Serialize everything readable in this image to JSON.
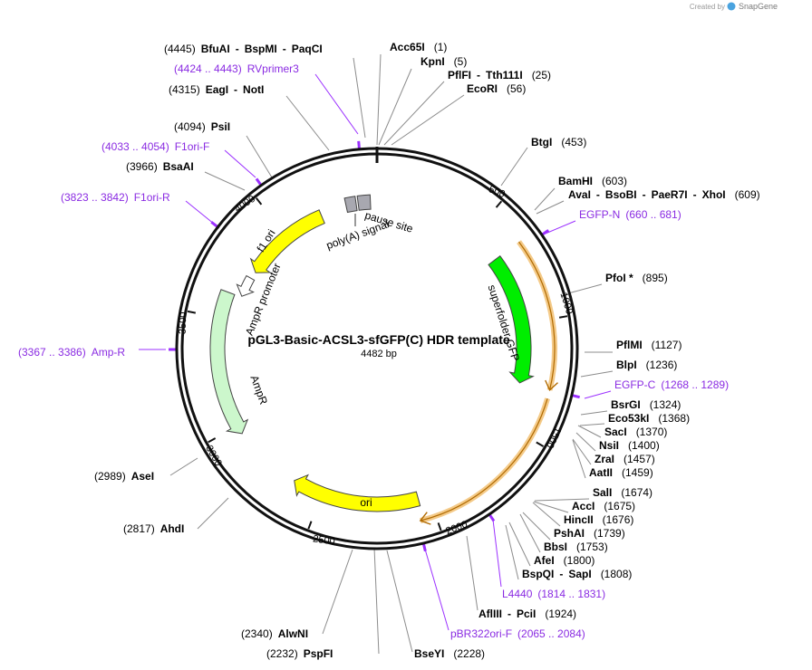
{
  "title": "pGL3-Basic-ACSL3-sfGFP(C) HDR template",
  "length_label": "4482 bp",
  "credit": "Created by",
  "brand": "SnapGene",
  "total_bp": 4482,
  "ruler_labels": [
    "500",
    "1000",
    "1500",
    "2000",
    "2500",
    "3000",
    "3500",
    "4000"
  ],
  "features": [
    {
      "id": "superfolder-gfp",
      "label": "superfolder GFP",
      "start": 660,
      "end": 1289,
      "color": "#00ee00",
      "direction": "cw"
    },
    {
      "id": "ori",
      "label": "ori",
      "start": 2050,
      "end": 2640,
      "color": "#ffff00",
      "direction": "cw"
    },
    {
      "id": "ampr",
      "label": "AmpR",
      "start": 2960,
      "end": 3620,
      "color": "#ccf7cc",
      "direction": "ccw"
    },
    {
      "id": "ampr-promoter",
      "label": "AmpR promoter",
      "start": 3625,
      "end": 3725,
      "color": "#ffffff",
      "direction": "ccw"
    },
    {
      "id": "f1-ori",
      "label": "f1 ori",
      "start": 3760,
      "end": 4200,
      "color": "#ffff00",
      "direction": "ccw"
    },
    {
      "id": "poly-a-signal",
      "label": "poly(A) signal",
      "start": 4330,
      "end": 4380,
      "color": "#a8a8b0",
      "direction": "none"
    },
    {
      "id": "pause-site",
      "label": "pause site",
      "start": 4390,
      "end": 4450,
      "color": "#a8a8b0",
      "direction": "none"
    }
  ],
  "primer_arcs": [
    {
      "start": 660,
      "end": 1289,
      "color": "#f0b860"
    },
    {
      "start": 1324,
      "end": 2065,
      "color": "#f0b860"
    }
  ],
  "sites": [
    {
      "id": "bfuai",
      "side": "left",
      "parts": [
        {
          "t": "(4445)",
          "k": "pos"
        },
        {
          "t": "BfuAI",
          "k": "name"
        },
        {
          "t": "-",
          "k": "sep"
        },
        {
          "t": "BspMI",
          "k": "name"
        },
        {
          "t": "-",
          "k": "sep"
        },
        {
          "t": "PaqCI",
          "k": "name"
        }
      ]
    },
    {
      "id": "rvprimer3",
      "side": "left",
      "parts": [
        {
          "t": "(4424 .. 4443)",
          "k": "primer"
        },
        {
          "t": "RVprimer3",
          "k": "primer"
        }
      ]
    },
    {
      "id": "eagi",
      "side": "left",
      "parts": [
        {
          "t": "(4315)",
          "k": "pos"
        },
        {
          "t": "EagI",
          "k": "name"
        },
        {
          "t": "-",
          "k": "sep"
        },
        {
          "t": "NotI",
          "k": "name"
        }
      ]
    },
    {
      "id": "psii",
      "side": "left",
      "parts": [
        {
          "t": "(4094)",
          "k": "pos"
        },
        {
          "t": "PsiI",
          "k": "name"
        }
      ]
    },
    {
      "id": "f1ori-f",
      "side": "left",
      "parts": [
        {
          "t": "(4033 .. 4054)",
          "k": "primer"
        },
        {
          "t": "F1ori-F",
          "k": "primer"
        }
      ]
    },
    {
      "id": "bsaai",
      "side": "left",
      "parts": [
        {
          "t": "(3966)",
          "k": "pos"
        },
        {
          "t": "BsaAI",
          "k": "name"
        }
      ]
    },
    {
      "id": "f1ori-r",
      "side": "left",
      "parts": [
        {
          "t": "(3823 .. 3842)",
          "k": "primer"
        },
        {
          "t": "F1ori-R",
          "k": "primer"
        }
      ]
    },
    {
      "id": "amp-r",
      "side": "left",
      "parts": [
        {
          "t": "(3367 .. 3386)",
          "k": "primer"
        },
        {
          "t": "Amp-R",
          "k": "primer"
        }
      ]
    },
    {
      "id": "asei",
      "side": "left",
      "parts": [
        {
          "t": "(2989)",
          "k": "pos"
        },
        {
          "t": "AseI",
          "k": "name"
        }
      ]
    },
    {
      "id": "ahdi",
      "side": "left",
      "parts": [
        {
          "t": "(2817)",
          "k": "pos"
        },
        {
          "t": "AhdI",
          "k": "name"
        }
      ]
    },
    {
      "id": "alwni",
      "side": "left",
      "parts": [
        {
          "t": "(2340)",
          "k": "pos"
        },
        {
          "t": "AlwNI",
          "k": "name"
        }
      ]
    },
    {
      "id": "pspfi",
      "side": "left",
      "parts": [
        {
          "t": "(2232)",
          "k": "pos"
        },
        {
          "t": "PspFI",
          "k": "name"
        }
      ]
    },
    {
      "id": "acc65i",
      "side": "right",
      "parts": [
        {
          "t": "Acc65I",
          "k": "name"
        },
        {
          "t": "(1)",
          "k": "pos"
        }
      ]
    },
    {
      "id": "kpni",
      "side": "right",
      "parts": [
        {
          "t": "KpnI",
          "k": "name"
        },
        {
          "t": "(5)",
          "k": "pos"
        }
      ]
    },
    {
      "id": "pflfi",
      "side": "right",
      "parts": [
        {
          "t": "PflFI",
          "k": "name"
        },
        {
          "t": "-",
          "k": "sep"
        },
        {
          "t": "Tth111I",
          "k": "name"
        },
        {
          "t": "(25)",
          "k": "pos"
        }
      ]
    },
    {
      "id": "ecori",
      "side": "right",
      "parts": [
        {
          "t": "EcoRI",
          "k": "name"
        },
        {
          "t": "(56)",
          "k": "pos"
        }
      ]
    },
    {
      "id": "btgi",
      "side": "right",
      "parts": [
        {
          "t": "BtgI",
          "k": "name"
        },
        {
          "t": "(453)",
          "k": "pos"
        }
      ]
    },
    {
      "id": "bamhi",
      "side": "right",
      "parts": [
        {
          "t": "BamHI",
          "k": "name"
        },
        {
          "t": "(603)",
          "k": "pos"
        }
      ]
    },
    {
      "id": "avai",
      "side": "right",
      "parts": [
        {
          "t": "AvaI",
          "k": "name"
        },
        {
          "t": "-",
          "k": "sep"
        },
        {
          "t": "BsoBI",
          "k": "name"
        },
        {
          "t": "-",
          "k": "sep"
        },
        {
          "t": "PaeR7I",
          "k": "name"
        },
        {
          "t": "-",
          "k": "sep"
        },
        {
          "t": "XhoI",
          "k": "name"
        },
        {
          "t": "(609)",
          "k": "pos"
        }
      ]
    },
    {
      "id": "egfp-n",
      "side": "right",
      "parts": [
        {
          "t": "EGFP-N",
          "k": "primer"
        },
        {
          "t": "(660 .. 681)",
          "k": "primer"
        }
      ]
    },
    {
      "id": "pfoi",
      "side": "right",
      "parts": [
        {
          "t": "PfoI *",
          "k": "name"
        },
        {
          "t": "(895)",
          "k": "pos"
        }
      ]
    },
    {
      "id": "pflmi",
      "side": "right",
      "parts": [
        {
          "t": "PflMI",
          "k": "name"
        },
        {
          "t": "(1127)",
          "k": "pos"
        }
      ]
    },
    {
      "id": "blpi",
      "side": "right",
      "parts": [
        {
          "t": "BlpI",
          "k": "name"
        },
        {
          "t": "(1236)",
          "k": "pos"
        }
      ]
    },
    {
      "id": "egfp-c",
      "side": "right",
      "parts": [
        {
          "t": "EGFP-C",
          "k": "primer"
        },
        {
          "t": "(1268 .. 1289)",
          "k": "primer"
        }
      ]
    },
    {
      "id": "bsrgi",
      "side": "right",
      "parts": [
        {
          "t": "BsrGI",
          "k": "name"
        },
        {
          "t": "(1324)",
          "k": "pos"
        }
      ]
    },
    {
      "id": "eco53ki",
      "side": "right",
      "parts": [
        {
          "t": "Eco53kI",
          "k": "name"
        },
        {
          "t": "(1368)",
          "k": "pos"
        }
      ]
    },
    {
      "id": "saci",
      "side": "right",
      "parts": [
        {
          "t": "SacI",
          "k": "name"
        },
        {
          "t": "(1370)",
          "k": "pos"
        }
      ]
    },
    {
      "id": "nsii",
      "side": "right",
      "parts": [
        {
          "t": "NsiI",
          "k": "name"
        },
        {
          "t": "(1400)",
          "k": "pos"
        }
      ]
    },
    {
      "id": "zrai",
      "side": "right",
      "parts": [
        {
          "t": "ZraI",
          "k": "name"
        },
        {
          "t": "(1457)",
          "k": "pos"
        }
      ]
    },
    {
      "id": "aatii",
      "side": "right",
      "parts": [
        {
          "t": "AatII",
          "k": "name"
        },
        {
          "t": "(1459)",
          "k": "pos"
        }
      ]
    },
    {
      "id": "sali",
      "side": "right",
      "parts": [
        {
          "t": "SalI",
          "k": "name"
        },
        {
          "t": "(1674)",
          "k": "pos"
        }
      ]
    },
    {
      "id": "acci",
      "side": "right",
      "parts": [
        {
          "t": "AccI",
          "k": "name"
        },
        {
          "t": "(1675)",
          "k": "pos"
        }
      ]
    },
    {
      "id": "hincii",
      "side": "right",
      "parts": [
        {
          "t": "HincII",
          "k": "name"
        },
        {
          "t": "(1676)",
          "k": "pos"
        }
      ]
    },
    {
      "id": "pshai",
      "side": "right",
      "parts": [
        {
          "t": "PshAI",
          "k": "name"
        },
        {
          "t": "(1739)",
          "k": "pos"
        }
      ]
    },
    {
      "id": "bbsi",
      "side": "right",
      "parts": [
        {
          "t": "BbsI",
          "k": "name"
        },
        {
          "t": "(1753)",
          "k": "pos"
        }
      ]
    },
    {
      "id": "afei",
      "side": "right",
      "parts": [
        {
          "t": "AfeI",
          "k": "name"
        },
        {
          "t": "(1800)",
          "k": "pos"
        }
      ]
    },
    {
      "id": "bspqi",
      "side": "right",
      "parts": [
        {
          "t": "BspQI",
          "k": "name"
        },
        {
          "t": "-",
          "k": "sep"
        },
        {
          "t": "SapI",
          "k": "name"
        },
        {
          "t": "(1808)",
          "k": "pos"
        }
      ]
    },
    {
      "id": "l4440",
      "side": "right",
      "parts": [
        {
          "t": "L4440",
          "k": "primer"
        },
        {
          "t": "(1814 .. 1831)",
          "k": "primer"
        }
      ]
    },
    {
      "id": "afliii",
      "side": "right",
      "parts": [
        {
          "t": "AflIII",
          "k": "name"
        },
        {
          "t": "-",
          "k": "sep"
        },
        {
          "t": "PciI",
          "k": "name"
        },
        {
          "t": "(1924)",
          "k": "pos"
        }
      ]
    },
    {
      "id": "pbr322ori-f",
      "side": "right",
      "parts": [
        {
          "t": "pBR322ori-F",
          "k": "primer"
        },
        {
          "t": "(2065 .. 2084)",
          "k": "primer"
        }
      ]
    },
    {
      "id": "bseyi",
      "side": "right",
      "parts": [
        {
          "t": "BseYI",
          "k": "name"
        },
        {
          "t": "(2228)",
          "k": "pos"
        }
      ]
    }
  ]
}
